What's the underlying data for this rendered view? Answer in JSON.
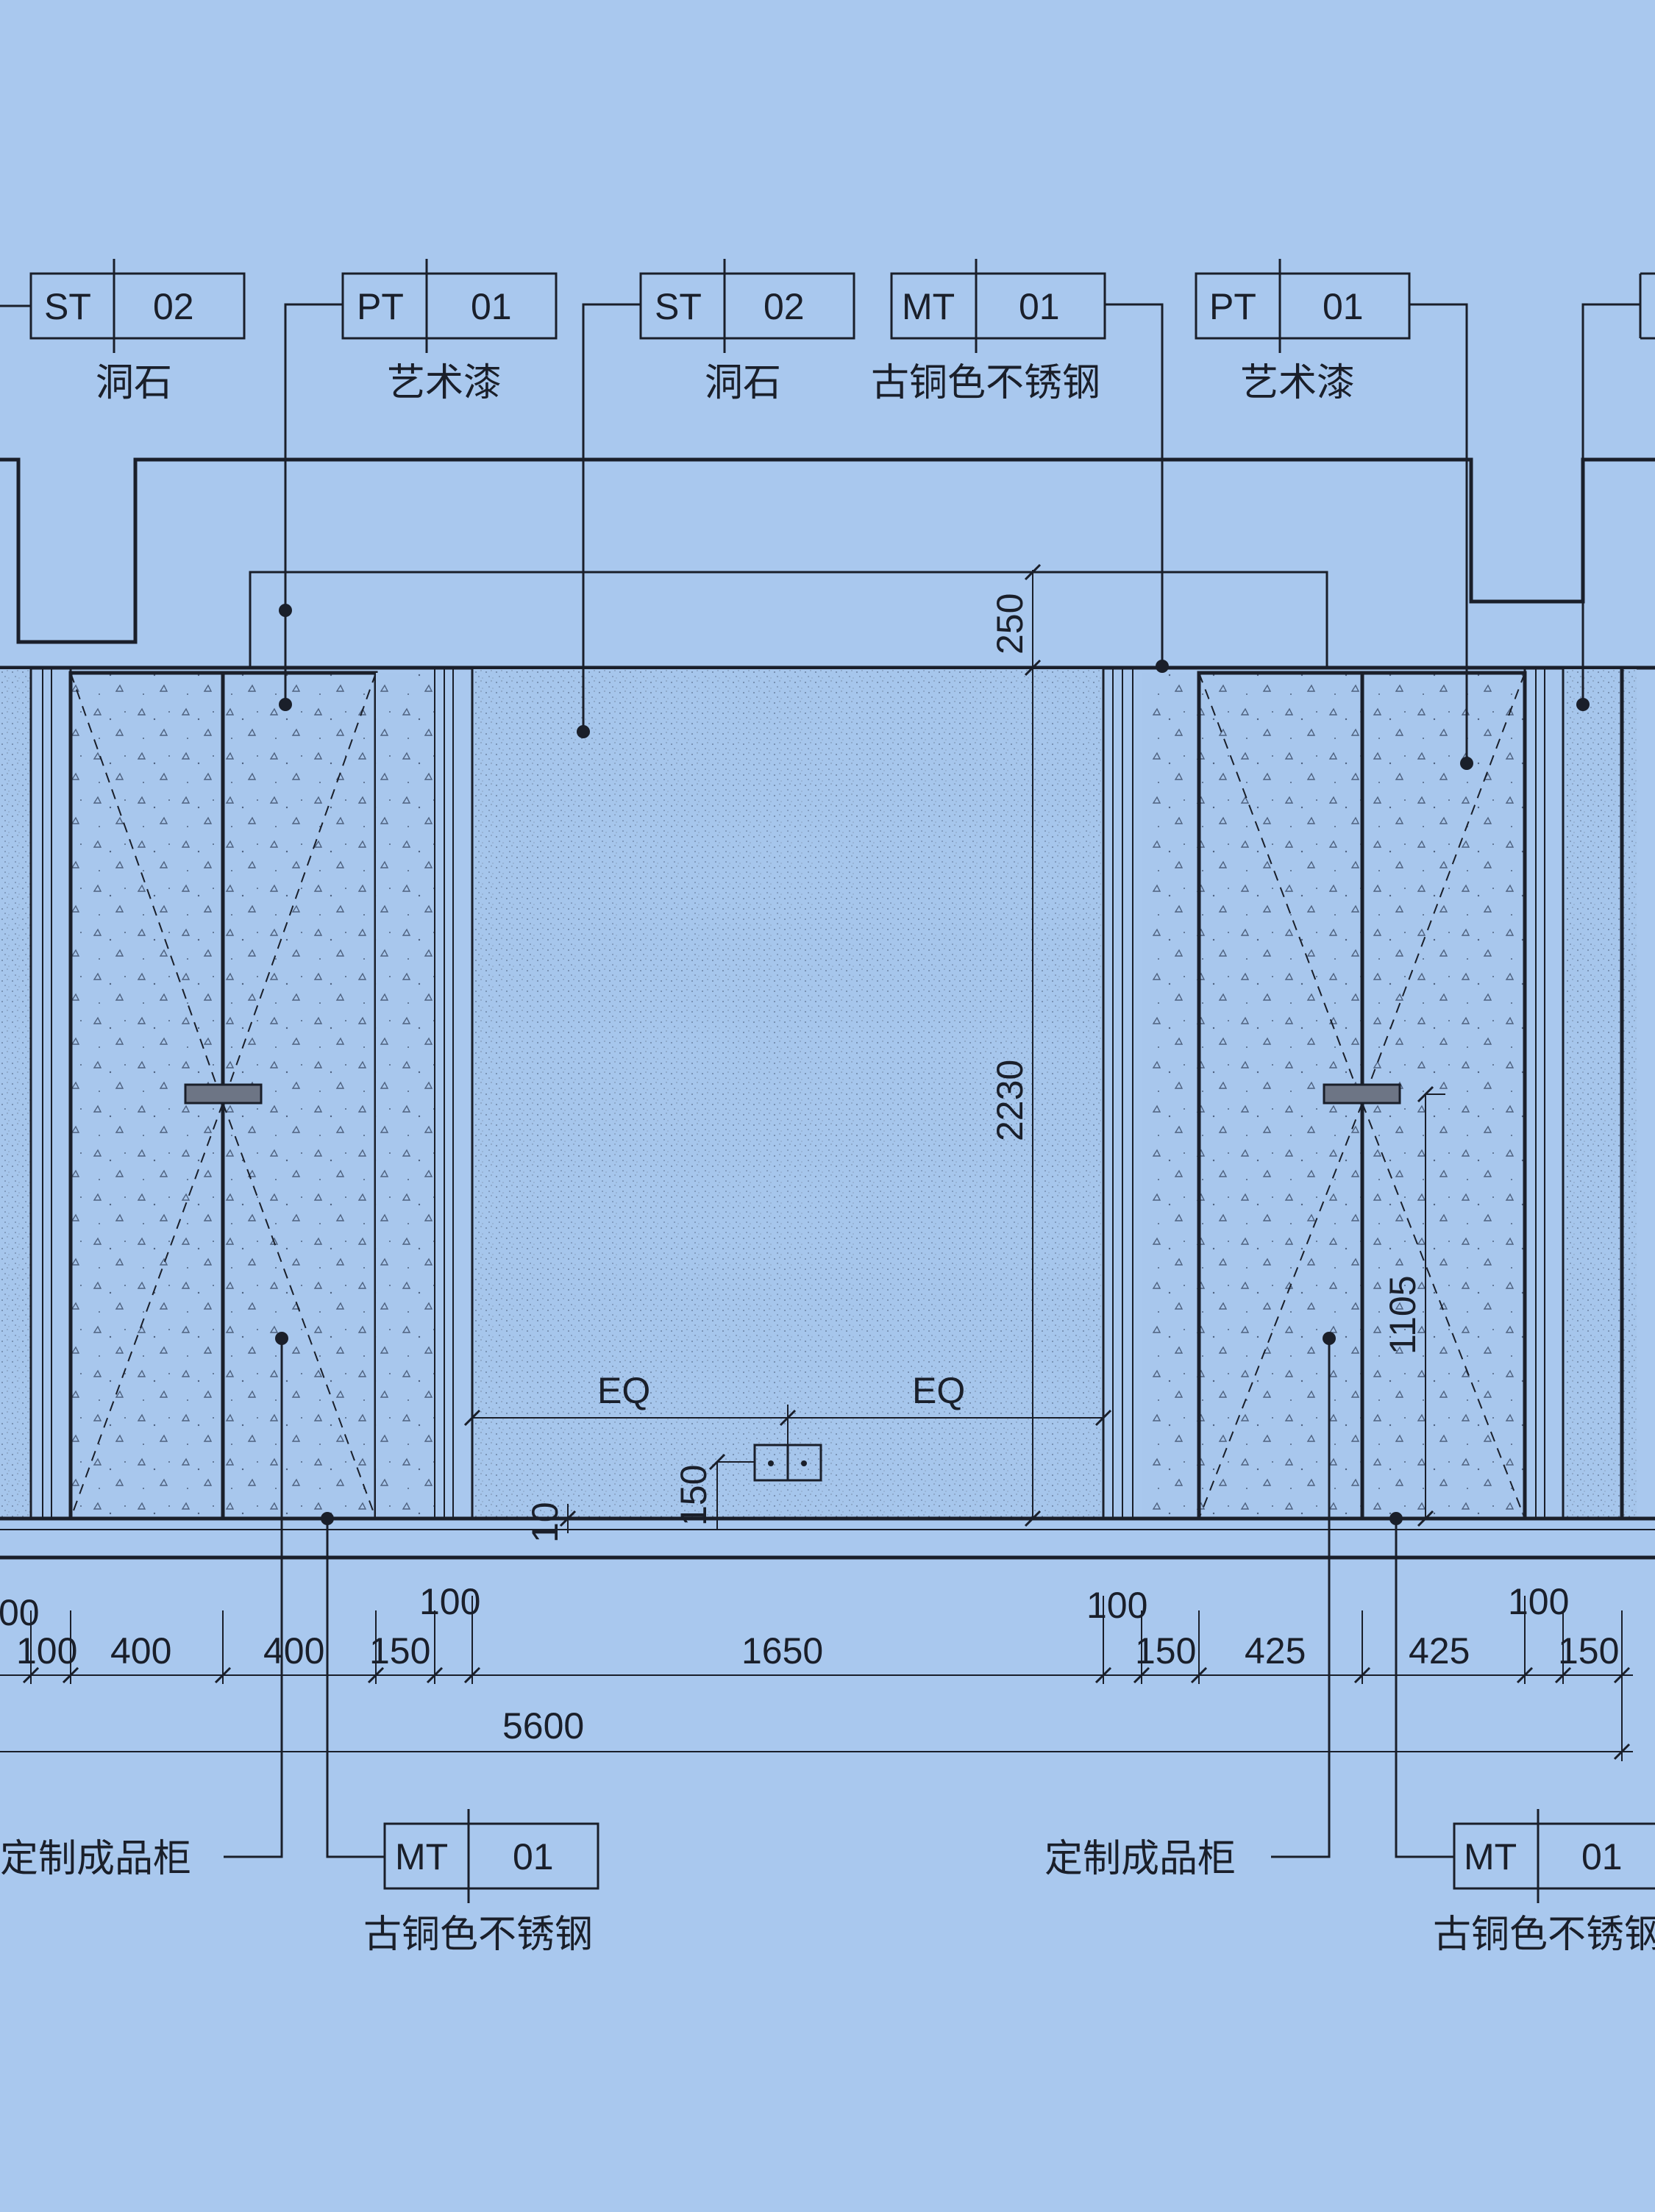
{
  "material_tags": {
    "top": [
      {
        "code": "ST",
        "number": "02",
        "name": "洞石"
      },
      {
        "code": "PT",
        "number": "01",
        "name": "艺术漆"
      },
      {
        "code": "ST",
        "number": "02",
        "name": "洞石"
      },
      {
        "code": "MT",
        "number": "01",
        "name": "古铜色不锈钢"
      },
      {
        "code": "PT",
        "number": "01",
        "name": "艺术漆"
      }
    ],
    "bottom": [
      {
        "code": "MT",
        "number": "01",
        "name": "古铜色不锈钢"
      },
      {
        "code": "MT",
        "number": "01",
        "name": "古铜色不锈钢"
      }
    ]
  },
  "callouts": {
    "cabinet_left": "定制成品柜",
    "cabinet_right": "定制成品柜"
  },
  "dimensions": {
    "head_height": "250",
    "opening_height": "2230",
    "handle_height": "1105",
    "eq_left": "EQ",
    "eq_right": "EQ",
    "socket_height": "150",
    "skirting_gap": "10",
    "row_upper": [
      "100",
      "100",
      "100"
    ],
    "row_lower": [
      "100",
      "400",
      "400",
      "150",
      "1650",
      "150",
      "425",
      "425",
      "150"
    ],
    "total": "5600",
    "edge_fragment": "00"
  }
}
